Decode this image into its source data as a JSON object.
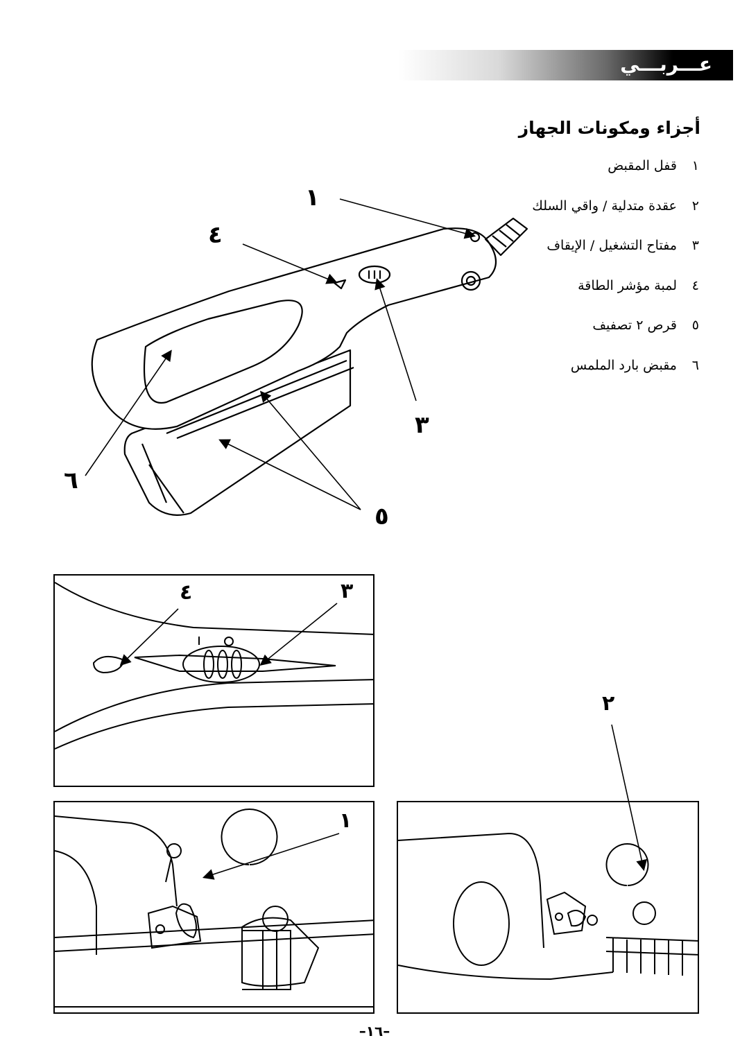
{
  "header": {
    "language_label": "عـــربـــي"
  },
  "section": {
    "title": "أجزاء ومكونات الجهاز"
  },
  "parts": [
    {
      "num": "١",
      "label": "قفل المقبض"
    },
    {
      "num": "٢",
      "label": "عقدة متدلية / واقي السلك"
    },
    {
      "num": "٣",
      "label": "مفتاح التشغيل / الإيقاف"
    },
    {
      "num": "٤",
      "label": "لمبة مؤشر الطاقة"
    },
    {
      "num": "٥",
      "label": "قرص ٢ تصفيف"
    },
    {
      "num": "٦",
      "label": "مقبض بارد الملمس"
    }
  ],
  "callouts": {
    "c1": "١",
    "c2": "٢",
    "c3": "٣",
    "c4": "٤",
    "c5": "٥",
    "c6": "٦",
    "detail_c3": "٣",
    "detail_c4": "٤",
    "detail_c1": "١",
    "detail_c2": "٢"
  },
  "switch_marks": {
    "off": "0",
    "on": "1"
  },
  "footer": {
    "page_number": "–١٦–"
  }
}
